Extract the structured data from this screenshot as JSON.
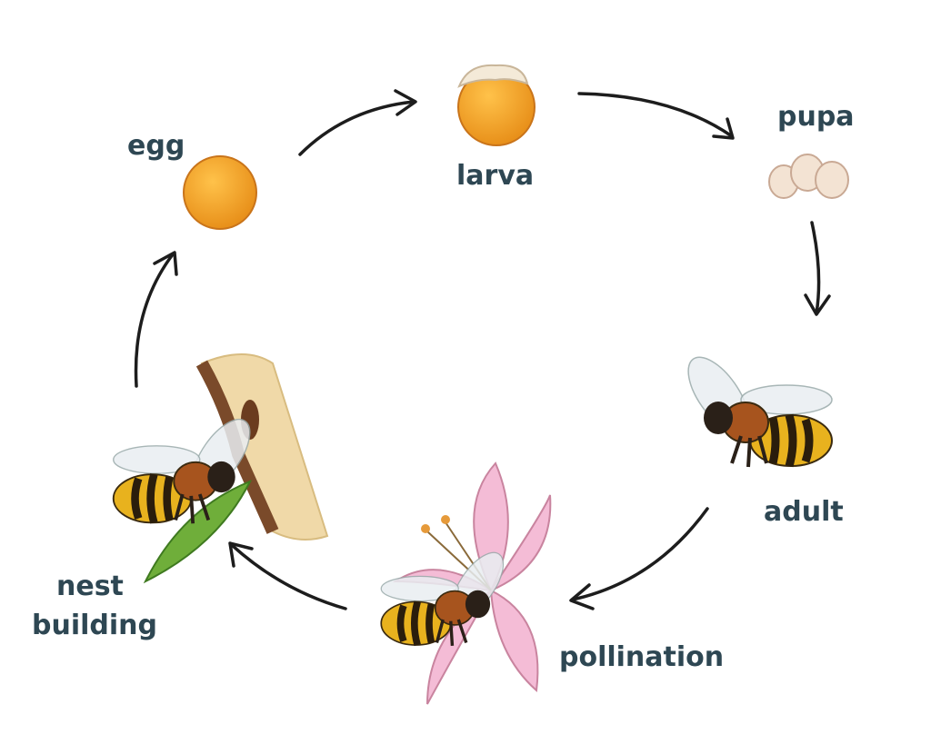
{
  "stages": {
    "egg": "egg",
    "larva": "larva",
    "pupa": "pupa",
    "adult": "adult",
    "pollination": "pollination",
    "nest_line1": "nest",
    "nest_line2": "building"
  },
  "colors": {
    "label": "#2e4753",
    "egg": "#f2a52a",
    "bee_yellow": "#e8b21e",
    "bee_brown": "#a7541e",
    "flower": "#f2b8d4",
    "wood": "#f0d9a8",
    "leaf": "#6fae3a"
  }
}
